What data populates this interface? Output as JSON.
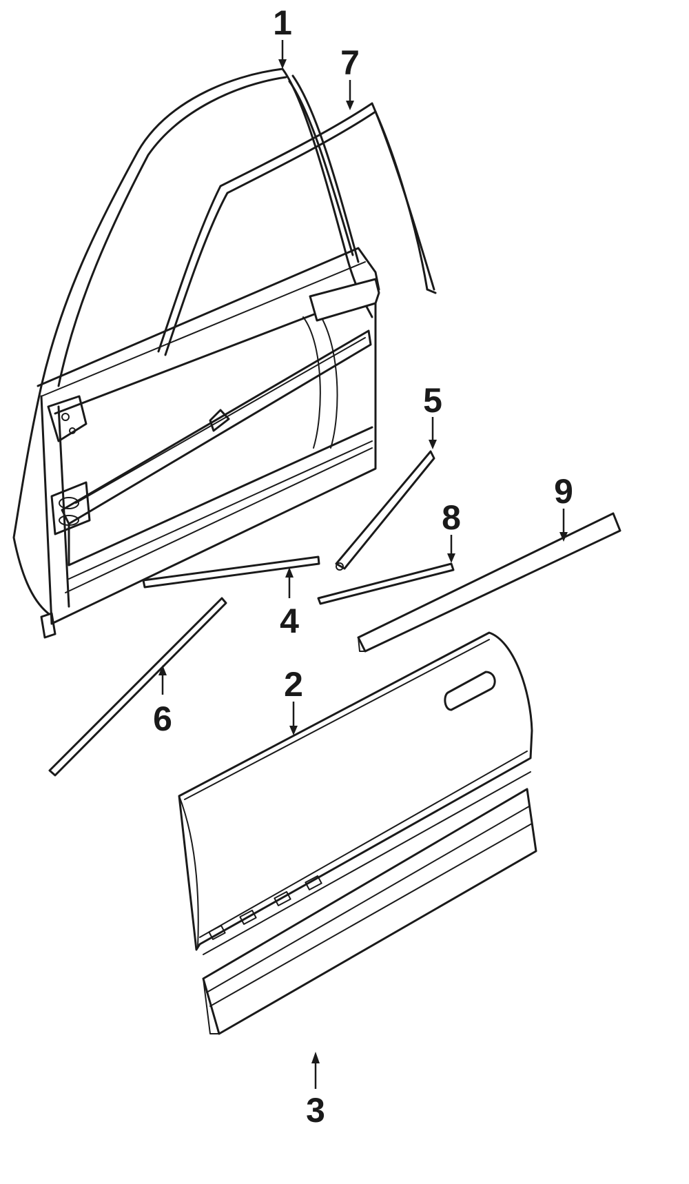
{
  "callouts": [
    {
      "id": "1",
      "label": "1"
    },
    {
      "id": "2",
      "label": "2"
    },
    {
      "id": "3",
      "label": "3"
    },
    {
      "id": "4",
      "label": "4"
    },
    {
      "id": "5",
      "label": "5"
    },
    {
      "id": "6",
      "label": "6"
    },
    {
      "id": "7",
      "label": "7"
    },
    {
      "id": "8",
      "label": "8"
    },
    {
      "id": "9",
      "label": "9"
    }
  ],
  "colors": {
    "ink": "#1a1a1a",
    "background": "#ffffff"
  }
}
